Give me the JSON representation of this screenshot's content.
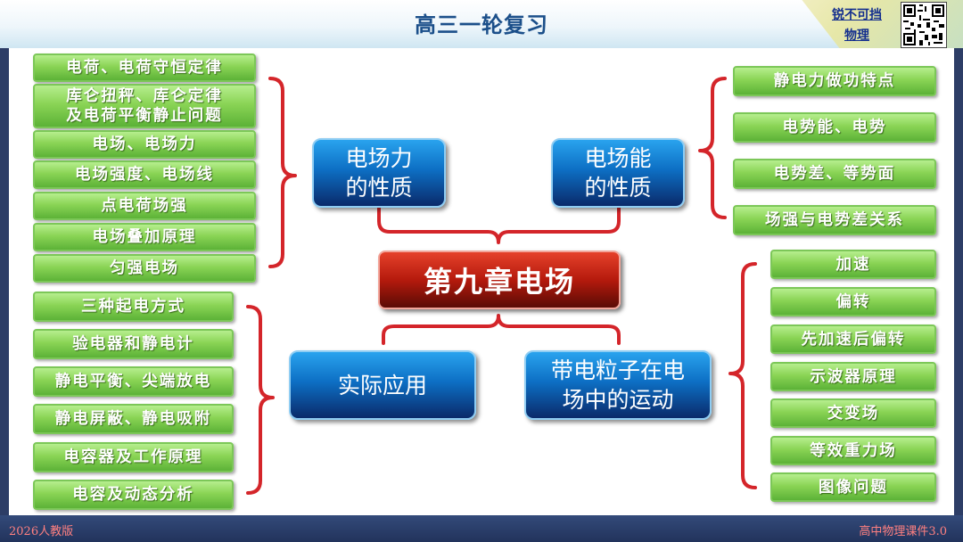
{
  "header": {
    "title": "高三一轮复习",
    "brand_line1": "锐不可挡",
    "brand_line2": "物理"
  },
  "footer": {
    "left": "2026人教版",
    "right": "高中物理课件3.0"
  },
  "diagram": {
    "center": "第九章电场",
    "topics": {
      "force": "电场力\n的性质",
      "energy": "电场能\n的性质",
      "application": "实际应用",
      "motion": "带电粒子在电\n场中的运动"
    },
    "force_items": [
      "电荷、电荷守恒定律",
      "库仑扭秤、库仑定律\n及电荷平衡静止问题",
      "电场、电场力",
      "电场强度、电场线",
      "点电荷场强",
      "电场叠加原理",
      "匀强电场"
    ],
    "application_items": [
      "三种起电方式",
      "验电器和静电计",
      "静电平衡、尖端放电",
      "静电屏蔽、静电吸附",
      "电容器及工作原理",
      "电容及动态分析"
    ],
    "energy_items": [
      "静电力做功特点",
      "电势能、电势",
      "电势差、等势面",
      "场强与电势差关系"
    ],
    "motion_items": [
      "加速",
      "偏转",
      "先加速后偏转",
      "示波器原理",
      "交变场",
      "等效重力场",
      "图像问题"
    ]
  },
  "colors": {
    "bracket": "#d4252a",
    "topic_blue": "#0d6fc4",
    "item_green": "#8ad455",
    "center_red": "#b51a0d"
  }
}
